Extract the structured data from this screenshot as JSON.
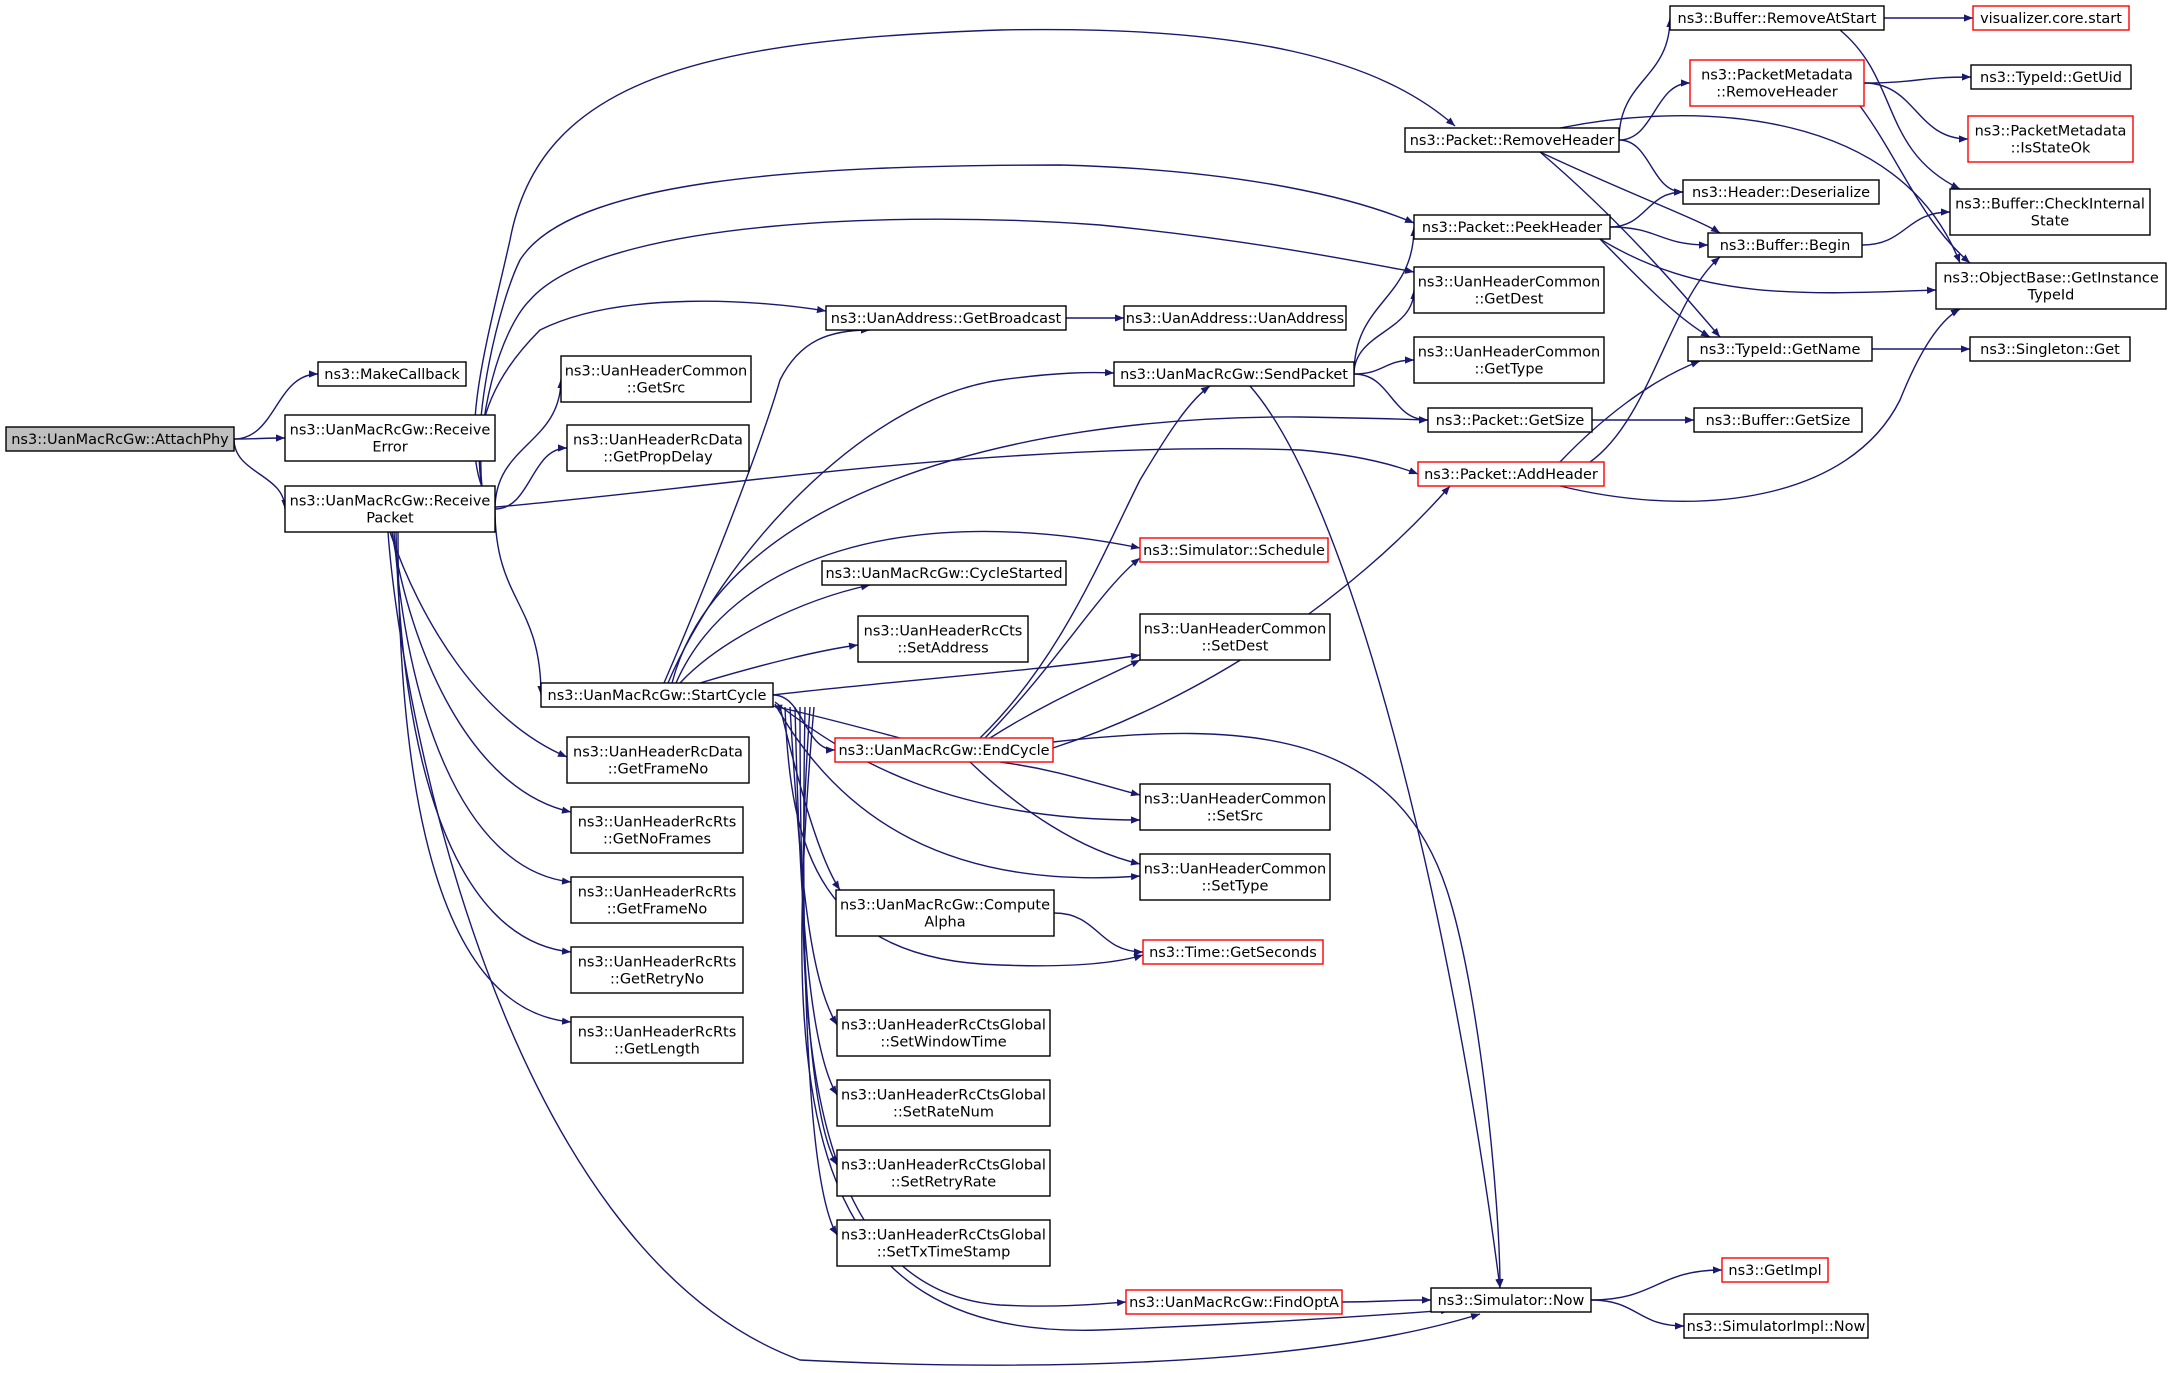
{
  "diagram": {
    "type": "call-graph",
    "nodes": [
      {
        "id": "attachphy",
        "lines": [
          "ns3::UanMacRcGw::AttachPhy"
        ],
        "root": true
      },
      {
        "id": "makecallback",
        "lines": [
          "ns3::MakeCallback"
        ]
      },
      {
        "id": "receiveerror",
        "lines": [
          "ns3::UanMacRcGw::Receive",
          "Error"
        ]
      },
      {
        "id": "receivepacket",
        "lines": [
          "ns3::UanMacRcGw::Receive",
          "Packet"
        ]
      },
      {
        "id": "hc_getsrc",
        "lines": [
          "ns3::UanHeaderCommon",
          "::GetSrc"
        ]
      },
      {
        "id": "rcdata_getpropdelay",
        "lines": [
          "ns3::UanHeaderRcData",
          "::GetPropDelay"
        ]
      },
      {
        "id": "startcycle",
        "lines": [
          "ns3::UanMacRcGw::StartCycle"
        ]
      },
      {
        "id": "rcdata_getframeno",
        "lines": [
          "ns3::UanHeaderRcData",
          "::GetFrameNo"
        ]
      },
      {
        "id": "rcrts_getnoframes",
        "lines": [
          "ns3::UanHeaderRcRts",
          "::GetNoFrames"
        ]
      },
      {
        "id": "rcrts_getframeno",
        "lines": [
          "ns3::UanHeaderRcRts",
          "::GetFrameNo"
        ]
      },
      {
        "id": "rcrts_getretryno",
        "lines": [
          "ns3::UanHeaderRcRts",
          "::GetRetryNo"
        ]
      },
      {
        "id": "rcrts_getlength",
        "lines": [
          "ns3::UanHeaderRcRts",
          "::GetLength"
        ]
      },
      {
        "id": "getbroadcast",
        "lines": [
          "ns3::UanAddress::GetBroadcast"
        ]
      },
      {
        "id": "uanaddress",
        "lines": [
          "ns3::UanAddress::UanAddress"
        ]
      },
      {
        "id": "sendpacket",
        "lines": [
          "ns3::UanMacRcGw::SendPacket"
        ]
      },
      {
        "id": "cyclestarted",
        "lines": [
          "ns3::UanMacRcGw::CycleStarted"
        ]
      },
      {
        "id": "rccts_setaddress",
        "lines": [
          "ns3::UanHeaderRcCts",
          "::SetAddress"
        ]
      },
      {
        "id": "endcycle",
        "lines": [
          "ns3::UanMacRcGw::EndCycle"
        ],
        "red": true
      },
      {
        "id": "computealpha",
        "lines": [
          "ns3::UanMacRcGw::Compute",
          "Alpha"
        ]
      },
      {
        "id": "g_setwindowtime",
        "lines": [
          "ns3::UanHeaderRcCtsGlobal",
          "::SetWindowTime"
        ]
      },
      {
        "id": "g_setratenum",
        "lines": [
          "ns3::UanHeaderRcCtsGlobal",
          "::SetRateNum"
        ]
      },
      {
        "id": "g_setretryrate",
        "lines": [
          "ns3::UanHeaderRcCtsGlobal",
          "::SetRetryRate"
        ]
      },
      {
        "id": "g_settxtimestamp",
        "lines": [
          "ns3::UanHeaderRcCtsGlobal",
          "::SetTxTimeStamp"
        ]
      },
      {
        "id": "findopta",
        "lines": [
          "ns3::UanMacRcGw::FindOptA"
        ],
        "red": true
      },
      {
        "id": "simschedule",
        "lines": [
          "ns3::Simulator::Schedule"
        ],
        "red": true
      },
      {
        "id": "hc_setdest",
        "lines": [
          "ns3::UanHeaderCommon",
          "::SetDest"
        ]
      },
      {
        "id": "hc_setsrc",
        "lines": [
          "ns3::UanHeaderCommon",
          "::SetSrc"
        ]
      },
      {
        "id": "hc_settype",
        "lines": [
          "ns3::UanHeaderCommon",
          "::SetType"
        ]
      },
      {
        "id": "timegetseconds",
        "lines": [
          "ns3::Time::GetSeconds"
        ],
        "red": true
      },
      {
        "id": "removeheader",
        "lines": [
          "ns3::Packet::RemoveHeader"
        ]
      },
      {
        "id": "peekheader",
        "lines": [
          "ns3::Packet::PeekHeader"
        ]
      },
      {
        "id": "hc_getdest",
        "lines": [
          "ns3::UanHeaderCommon",
          "::GetDest"
        ]
      },
      {
        "id": "hc_gettype",
        "lines": [
          "ns3::UanHeaderCommon",
          "::GetType"
        ]
      },
      {
        "id": "packetgetsize",
        "lines": [
          "ns3::Packet::GetSize"
        ]
      },
      {
        "id": "addheader",
        "lines": [
          "ns3::Packet::AddHeader"
        ],
        "red": true
      },
      {
        "id": "simnow",
        "lines": [
          "ns3::Simulator::Now"
        ]
      },
      {
        "id": "buf_removeatstart",
        "lines": [
          "ns3::Buffer::RemoveAtStart"
        ]
      },
      {
        "id": "pm_removeheader",
        "lines": [
          "ns3::PacketMetadata",
          "::RemoveHeader"
        ],
        "red": true
      },
      {
        "id": "hdr_deserialize",
        "lines": [
          "ns3::Header::Deserialize"
        ]
      },
      {
        "id": "buf_begin",
        "lines": [
          "ns3::Buffer::Begin"
        ]
      },
      {
        "id": "typeid_getname",
        "lines": [
          "ns3::TypeId::GetName"
        ]
      },
      {
        "id": "buf_getsize",
        "lines": [
          "ns3::Buffer::GetSize"
        ]
      },
      {
        "id": "getimpl",
        "lines": [
          "ns3::GetImpl"
        ],
        "red": true
      },
      {
        "id": "simimplnow",
        "lines": [
          "ns3::SimulatorImpl::Now"
        ]
      },
      {
        "id": "viscorestart",
        "lines": [
          "visualizer.core.start"
        ],
        "red": true
      },
      {
        "id": "typeid_getuid",
        "lines": [
          "ns3::TypeId::GetUid"
        ]
      },
      {
        "id": "pm_isstateok",
        "lines": [
          "ns3::PacketMetadata",
          "::IsStateOk"
        ],
        "red": true
      },
      {
        "id": "buf_checkinternal",
        "lines": [
          "ns3::Buffer::CheckInternal",
          "State"
        ]
      },
      {
        "id": "objbase_getinstance",
        "lines": [
          "ns3::ObjectBase::GetInstance",
          "TypeId"
        ]
      },
      {
        "id": "singleton_get",
        "lines": [
          "ns3::Singleton::Get"
        ]
      }
    ],
    "edges": [
      [
        "attachphy",
        "makecallback"
      ],
      [
        "attachphy",
        "receiveerror"
      ],
      [
        "attachphy",
        "receivepacket"
      ],
      [
        "receivepacket",
        "removeheader"
      ],
      [
        "receivepacket",
        "peekheader"
      ],
      [
        "receivepacket",
        "hc_getdest"
      ],
      [
        "receivepacket",
        "getbroadcast"
      ],
      [
        "receivepacket",
        "hc_getsrc"
      ],
      [
        "receivepacket",
        "rcdata_getpropdelay"
      ],
      [
        "receivepacket",
        "addheader"
      ],
      [
        "receivepacket",
        "startcycle"
      ],
      [
        "receivepacket",
        "rcdata_getframeno"
      ],
      [
        "receivepacket",
        "rcrts_getnoframes"
      ],
      [
        "receivepacket",
        "rcrts_getframeno"
      ],
      [
        "receivepacket",
        "rcrts_getretryno"
      ],
      [
        "receivepacket",
        "rcrts_getlength"
      ],
      [
        "receivepacket",
        "simnow"
      ],
      [
        "startcycle",
        "getbroadcast"
      ],
      [
        "startcycle",
        "sendpacket"
      ],
      [
        "startcycle",
        "packetgetsize"
      ],
      [
        "startcycle",
        "simschedule"
      ],
      [
        "startcycle",
        "cyclestarted"
      ],
      [
        "startcycle",
        "rccts_setaddress"
      ],
      [
        "startcycle",
        "hc_setdest"
      ],
      [
        "startcycle",
        "endcycle"
      ],
      [
        "startcycle",
        "hc_setsrc"
      ],
      [
        "startcycle",
        "hc_settype"
      ],
      [
        "startcycle",
        "computealpha"
      ],
      [
        "startcycle",
        "timegetseconds"
      ],
      [
        "startcycle",
        "g_setwindowtime"
      ],
      [
        "startcycle",
        "g_setratenum"
      ],
      [
        "startcycle",
        "g_setretryrate"
      ],
      [
        "startcycle",
        "g_settxtimestamp"
      ],
      [
        "startcycle",
        "findopta"
      ],
      [
        "startcycle",
        "simnow"
      ],
      [
        "endcycle",
        "startcycle"
      ],
      [
        "endcycle",
        "sendpacket"
      ],
      [
        "endcycle",
        "simschedule"
      ],
      [
        "endcycle",
        "hc_setdest"
      ],
      [
        "endcycle",
        "addheader"
      ],
      [
        "endcycle",
        "simnow"
      ],
      [
        "endcycle",
        "hc_setsrc"
      ],
      [
        "endcycle",
        "hc_settype"
      ],
      [
        "computealpha",
        "timegetseconds"
      ],
      [
        "findopta",
        "simnow"
      ],
      [
        "getbroadcast",
        "uanaddress"
      ],
      [
        "sendpacket",
        "peekheader"
      ],
      [
        "sendpacket",
        "hc_getdest"
      ],
      [
        "sendpacket",
        "hc_gettype"
      ],
      [
        "sendpacket",
        "packetgetsize"
      ],
      [
        "sendpacket",
        "simnow"
      ],
      [
        "removeheader",
        "buf_removeatstart"
      ],
      [
        "removeheader",
        "pm_removeheader"
      ],
      [
        "removeheader",
        "objbase_getinstance"
      ],
      [
        "removeheader",
        "hdr_deserialize"
      ],
      [
        "removeheader",
        "buf_begin"
      ],
      [
        "removeheader",
        "typeid_getname"
      ],
      [
        "peekheader",
        "hdr_deserialize"
      ],
      [
        "peekheader",
        "buf_begin"
      ],
      [
        "peekheader",
        "objbase_getinstance"
      ],
      [
        "peekheader",
        "typeid_getname"
      ],
      [
        "packetgetsize",
        "buf_getsize"
      ],
      [
        "addheader",
        "buf_begin"
      ],
      [
        "addheader",
        "typeid_getname"
      ],
      [
        "addheader",
        "objbase_getinstance"
      ],
      [
        "simnow",
        "getimpl"
      ],
      [
        "simnow",
        "simimplnow"
      ],
      [
        "buf_removeatstart",
        "viscorestart"
      ],
      [
        "buf_removeatstart",
        "buf_checkinternal"
      ],
      [
        "pm_removeheader",
        "typeid_getuid"
      ],
      [
        "pm_removeheader",
        "pm_isstateok"
      ],
      [
        "pm_removeheader",
        "objbase_getinstance"
      ],
      [
        "buf_begin",
        "buf_checkinternal"
      ],
      [
        "typeid_getname",
        "singleton_get"
      ]
    ]
  }
}
